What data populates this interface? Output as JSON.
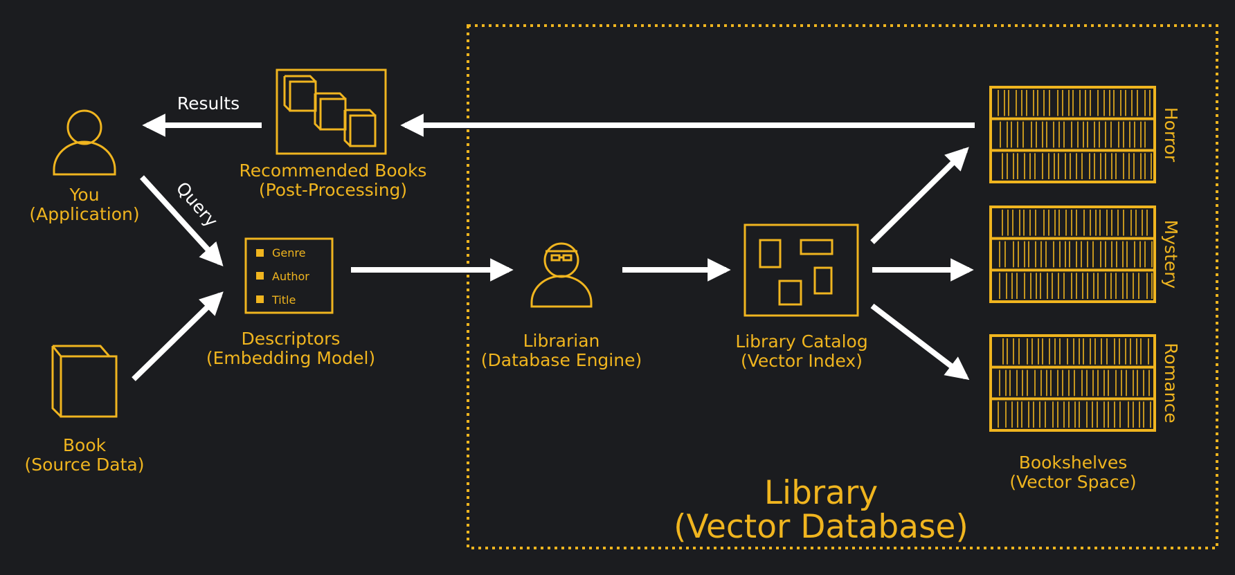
{
  "colors": {
    "background": "#1b1c1f",
    "accent": "#f0b51f",
    "arrow": "#ffffff"
  },
  "nodes": {
    "you": {
      "title": "You",
      "subtitle": "(Application)",
      "icon": "person-icon"
    },
    "book": {
      "title": "Book",
      "subtitle": "(Source Data)",
      "icon": "book-icon"
    },
    "recommended": {
      "title": "Recommended Books",
      "subtitle": "(Post-Processing)",
      "icon": "stacked-books-icon"
    },
    "descriptors": {
      "title": "Descriptors",
      "subtitle": "(Embedding Model)",
      "icon": "descriptor-card-icon",
      "items": [
        "Genre",
        "Author",
        "Title"
      ]
    },
    "librarian": {
      "title": "Librarian",
      "subtitle": "(Database Engine)",
      "icon": "librarian-icon"
    },
    "catalog": {
      "title": "Library Catalog",
      "subtitle": "(Vector Index)",
      "icon": "catalog-icon"
    },
    "bookshelves": {
      "title": "Bookshelves",
      "subtitle": "(Vector Space)",
      "icon": "bookshelf-icon",
      "shelves": [
        "Horror",
        "Mystery",
        "Romance"
      ]
    }
  },
  "edges": {
    "results_label": "Results",
    "query_label": "Query"
  },
  "library": {
    "title": "Library",
    "subtitle": "(Vector Database)"
  }
}
